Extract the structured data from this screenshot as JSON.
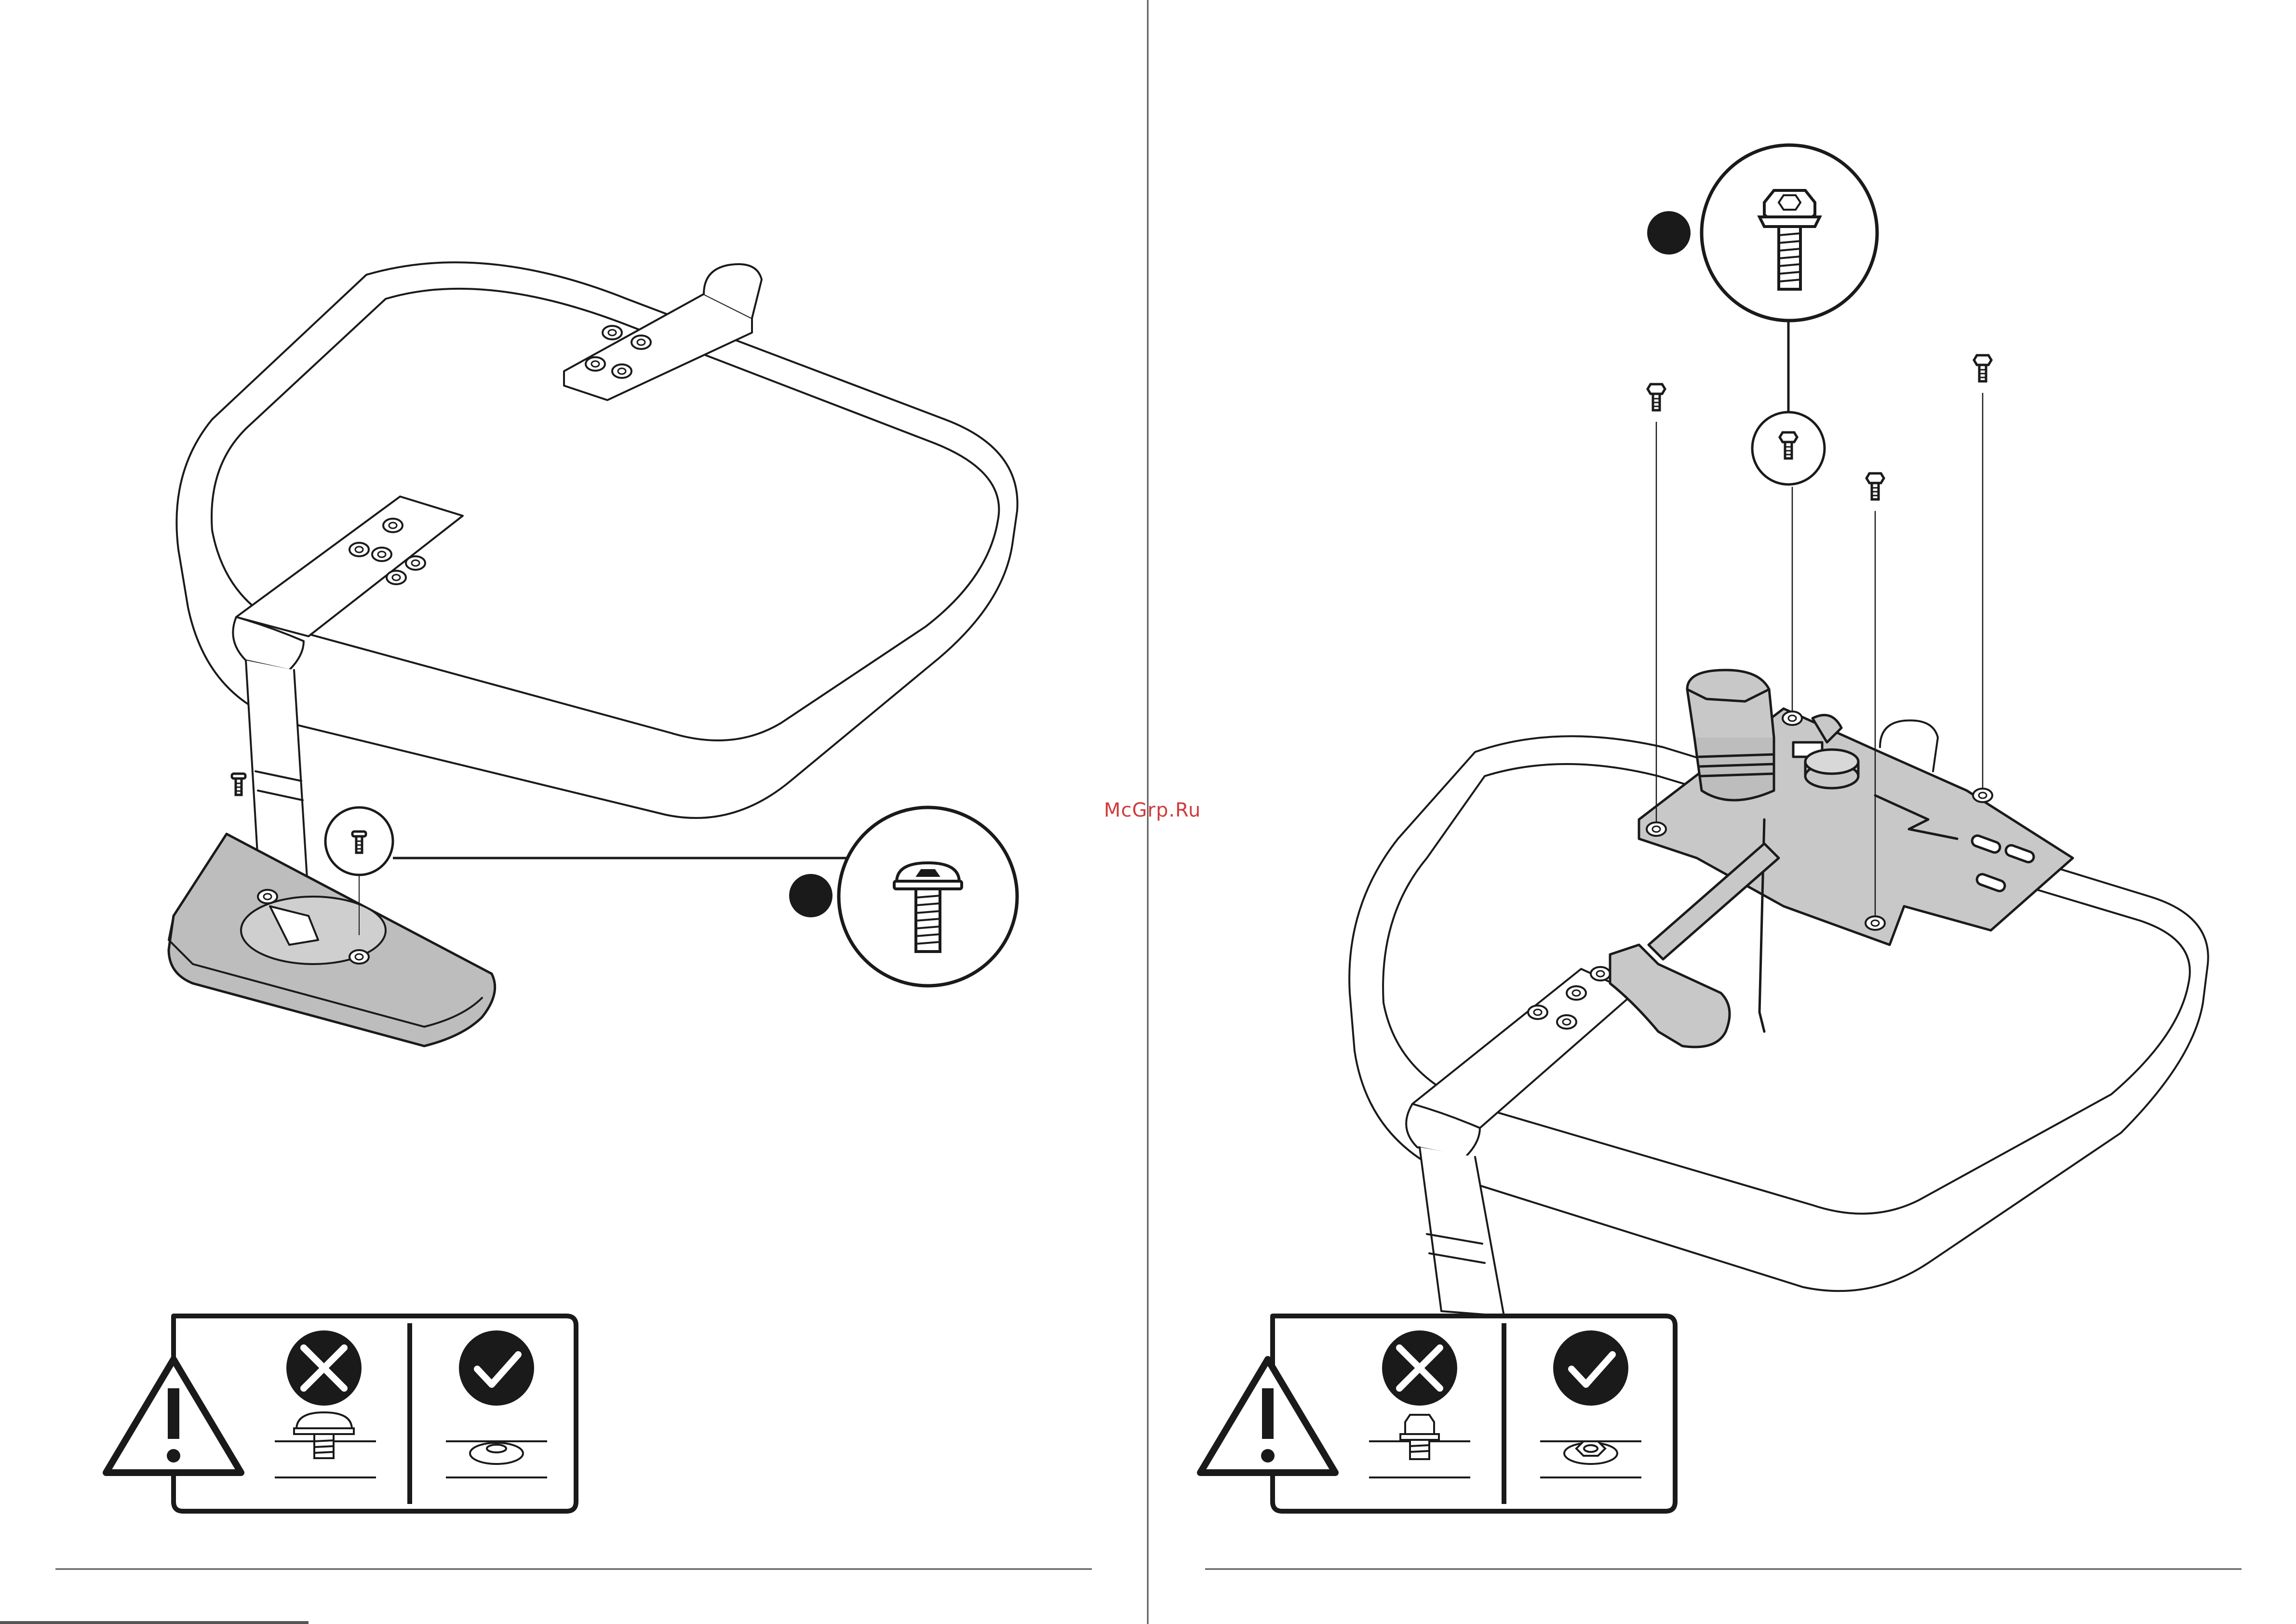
{
  "watermark": {
    "text": "McGrp.Ru",
    "color": "#d23a3a"
  },
  "colors": {
    "line": "#1a1a1a",
    "part_fill": "#c8c8c8",
    "base_fill": "#bdbdbd",
    "background": "#ffffff"
  },
  "icons": {
    "warning": "warning-triangle-icon",
    "wrong": "cross-circle-icon",
    "correct": "check-circle-icon"
  },
  "steps": [
    {
      "name": "step-left",
      "part": "button-head-bolt",
      "assembly": "armrest-base"
    },
    {
      "name": "step-right",
      "part": "flange-hex-bolt",
      "assembly": "seat-mechanism"
    }
  ]
}
